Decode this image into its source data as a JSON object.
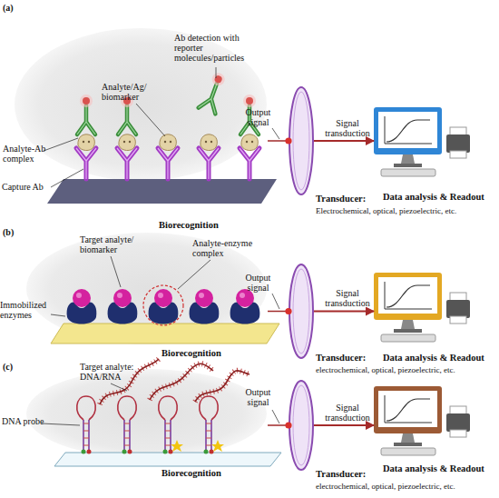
{
  "diagram": {
    "nodes": [
      {
        "text": [
          "Biorecognition"
        ]
      },
      {
        "text": [
          "Transducer:",
          "Electrochemical, optical, piezoelectric, etc."
        ]
      },
      {
        "text": [
          "Data analysis & Readout"
        ]
      },
      {
        "text": [
          "Biorecognition"
        ]
      },
      {
        "text": [
          "Transducer:",
          "electrochemical, optical, piezoelectric, etc."
        ]
      },
      {
        "text": [
          "Data analysis & Readout"
        ]
      },
      {
        "text": [
          "Biorecognition"
        ]
      },
      {
        "text": [
          "Transducer:",
          "electrochemical, optical, piezoelectric, etc."
        ]
      },
      {
        "text": [
          "Data analysis & Readout"
        ]
      }
    ],
    "edges": [
      {
        "from": 0,
        "to": 1,
        "label": "Output signal",
        "arrow": "none"
      },
      {
        "from": 1,
        "to": 2,
        "label": "Signal transduction",
        "arrow": "to"
      },
      {
        "from": 3,
        "to": 4,
        "label": "Output signal",
        "arrow": "none"
      },
      {
        "from": 4,
        "to": 5,
        "label": "Signal transduction",
        "arrow": "to"
      },
      {
        "from": 6,
        "to": 7,
        "label": "Output signal",
        "arrow": "none"
      },
      {
        "from": 7,
        "to": 8,
        "label": "Signal transduction",
        "arrow": "to"
      }
    ],
    "labels": [
      "(a)",
      "Analyte/Ag/ biomarker",
      "Ab detection with reporter molecules/particles",
      "Analyte-Ab complex",
      "Capture Ab",
      "(b)",
      "Target analyte/ biomarker",
      "Analyte-enzyme complex",
      "Immobilized enzymes",
      "(c)",
      "Target analyte: DNA/RNA",
      "DNA probe"
    ]
  }
}
